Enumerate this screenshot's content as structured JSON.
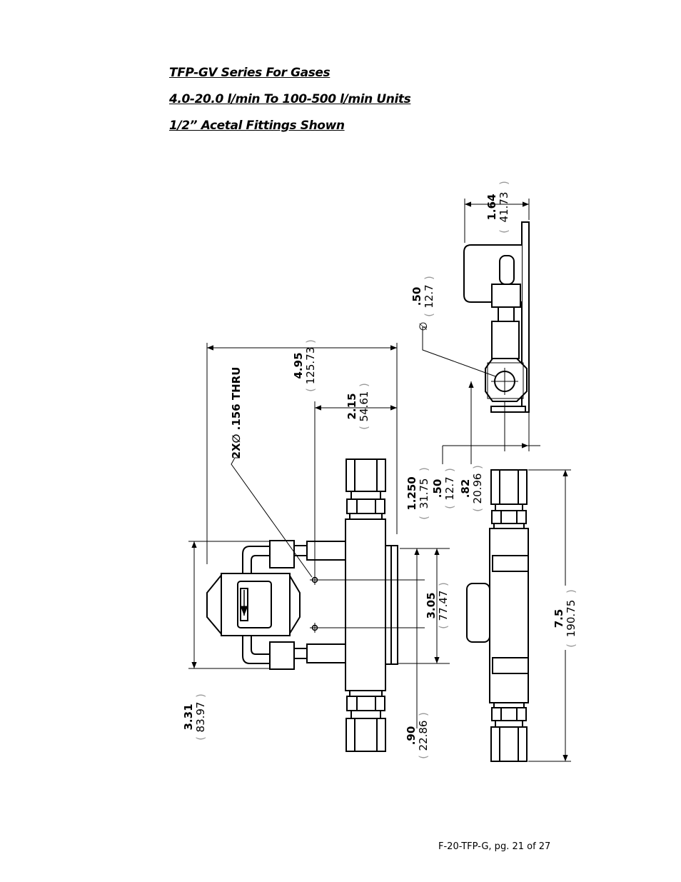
{
  "headings": {
    "line1": "TFP-GV Series For Gases",
    "line2": "4.0-20.0 l/min To 100-500 l/min Units",
    "line3": "1/2” Acetal Fittings Shown"
  },
  "dimensions": {
    "overall_height": {
      "inch": "4.95",
      "mm": "125.73"
    },
    "hole_height": {
      "inch": "2.15",
      "mm": "54.61"
    },
    "hole_note": "2X∅ .156 THRU",
    "port_height": {
      "inch": "1.250",
      "mm": "31.75"
    },
    "diameter_symbol": "∅",
    "port_diameter": {
      "inch": ".50",
      "mm": "12.7"
    },
    "side_depth": {
      "inch": "1.64",
      "mm": "41.73"
    },
    "bracket_offset": {
      "inch": ".50",
      "mm": "12.7"
    },
    "port_offset": {
      "inch": ".82",
      "mm": "20.96"
    },
    "hole_spacing": {
      "inch": "3.05",
      "mm": "77.47"
    },
    "body_width": {
      "inch": "3.31",
      "mm": "83.97"
    },
    "hole_to_edge": {
      "inch": ".90",
      "mm": "22.86"
    },
    "overall_length": {
      "inch": "7.5",
      "mm": "190.75"
    }
  },
  "paren_open": "(",
  "paren_close": ")",
  "footer": "F-20-TFP-G, pg. 21 of 27"
}
